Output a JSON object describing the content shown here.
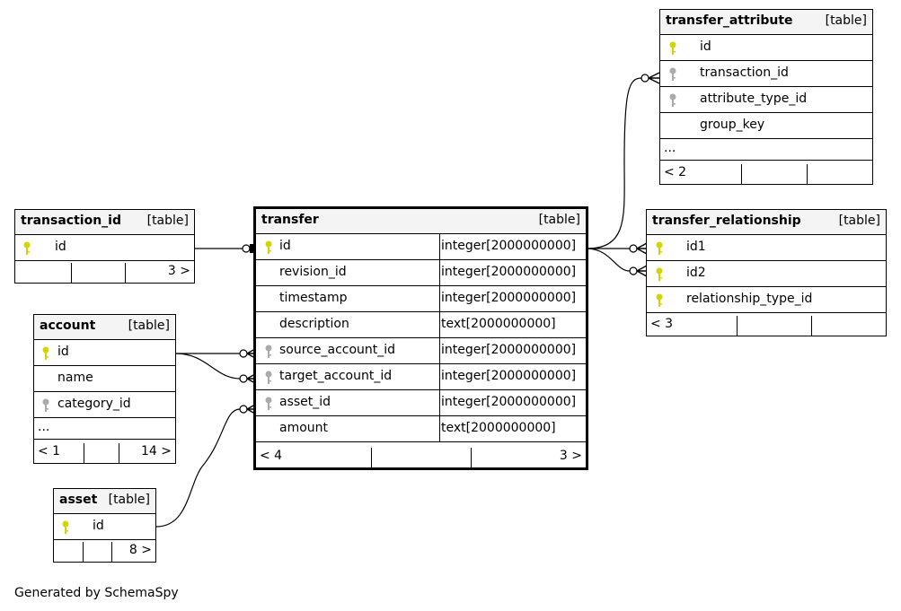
{
  "tables": {
    "transaction_id": {
      "name": "transaction_id",
      "type": "[table]",
      "columns": [
        "id"
      ],
      "footer_right": "3 >"
    },
    "account": {
      "name": "account",
      "type": "[table]",
      "columns": [
        "id",
        "name",
        "category_id"
      ],
      "more": "...",
      "footer_left": "< 1",
      "footer_right": "14 >"
    },
    "asset": {
      "name": "asset",
      "type": "[table]",
      "columns": [
        "id"
      ],
      "footer_right": "8 >"
    },
    "transfer": {
      "name": "transfer",
      "type": "[table]",
      "columns": [
        {
          "name": "id",
          "type": "integer[2000000000]"
        },
        {
          "name": "revision_id",
          "type": "integer[2000000000]"
        },
        {
          "name": "timestamp",
          "type": "integer[2000000000]"
        },
        {
          "name": "description",
          "type": "text[2000000000]"
        },
        {
          "name": "source_account_id",
          "type": "integer[2000000000]"
        },
        {
          "name": "target_account_id",
          "type": "integer[2000000000]"
        },
        {
          "name": "asset_id",
          "type": "integer[2000000000]"
        },
        {
          "name": "amount",
          "type": "text[2000000000]"
        }
      ],
      "footer_left": "< 4",
      "footer_right": "3 >"
    },
    "transfer_attribute": {
      "name": "transfer_attribute",
      "type": "[table]",
      "columns": [
        "id",
        "transaction_id",
        "attribute_type_id",
        "group_key"
      ],
      "more": "...",
      "footer_left": "< 2"
    },
    "transfer_relationship": {
      "name": "transfer_relationship",
      "type": "[table]",
      "columns": [
        "id1",
        "id2",
        "relationship_type_id"
      ],
      "footer_left": "< 3"
    }
  },
  "colors": {
    "primary_key": "#d4d400",
    "foreign_key": "#aaaaaa",
    "header_bg": "#f4f4f4"
  },
  "footer_credit": "Generated by SchemaSpy"
}
